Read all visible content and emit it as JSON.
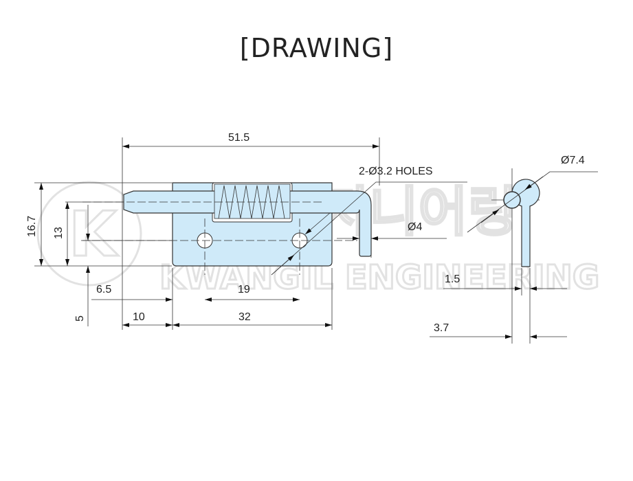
{
  "title": "[DRAWING]",
  "watermark": {
    "korean": "광일엔지니어링",
    "english": "KWANGIL ENGINEERING",
    "logo_letter": "K"
  },
  "dimensions": {
    "overall_length": "51.5",
    "holes_note": "2-Ø3.2 HOLES",
    "pin_diameter": "Ø4",
    "height_total": "16.7",
    "height_plate": "13",
    "hole_offset_vertical": "5",
    "hole_offset_horizontal": "6.5",
    "hole_spacing": "19",
    "pin_overhang": "10",
    "plate_width": "32",
    "side_diameter": "Ø7.4",
    "thickness": "1.5",
    "side_width": "3.7"
  },
  "colors": {
    "part_fill": "#cfeaf9",
    "line": "#333333"
  }
}
